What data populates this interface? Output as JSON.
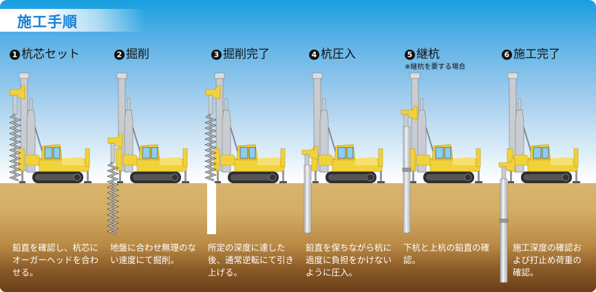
{
  "header": {
    "title": "施工手順"
  },
  "steps": [
    {
      "num": "1",
      "title": "杭芯セット",
      "desc": "鉛直を確認し、杭芯にオーガーヘッドを合わせる。"
    },
    {
      "num": "2",
      "title": "掘削",
      "desc": "地盤に合わせ無理のない速度にて掘削。"
    },
    {
      "num": "3",
      "title": "掘削完了",
      "desc": "所定の深度に達した後、通常逆転にて引き上げる。"
    },
    {
      "num": "4",
      "title": "杭圧入",
      "desc": "鉛直を保ちながら杭に過度に負担をかけないように圧入。"
    },
    {
      "num": "5",
      "title": "継杭",
      "note": "※継杭を要する場合",
      "desc": "下杭と上杭の鉛直の確認。"
    },
    {
      "num": "6",
      "title": "施工完了",
      "desc": "施工深度の確認および打止め荷重の確認。"
    }
  ],
  "colors": {
    "title": "#1a7fd0",
    "machine": "#f2d23a",
    "steel": "#c9ccd0"
  }
}
